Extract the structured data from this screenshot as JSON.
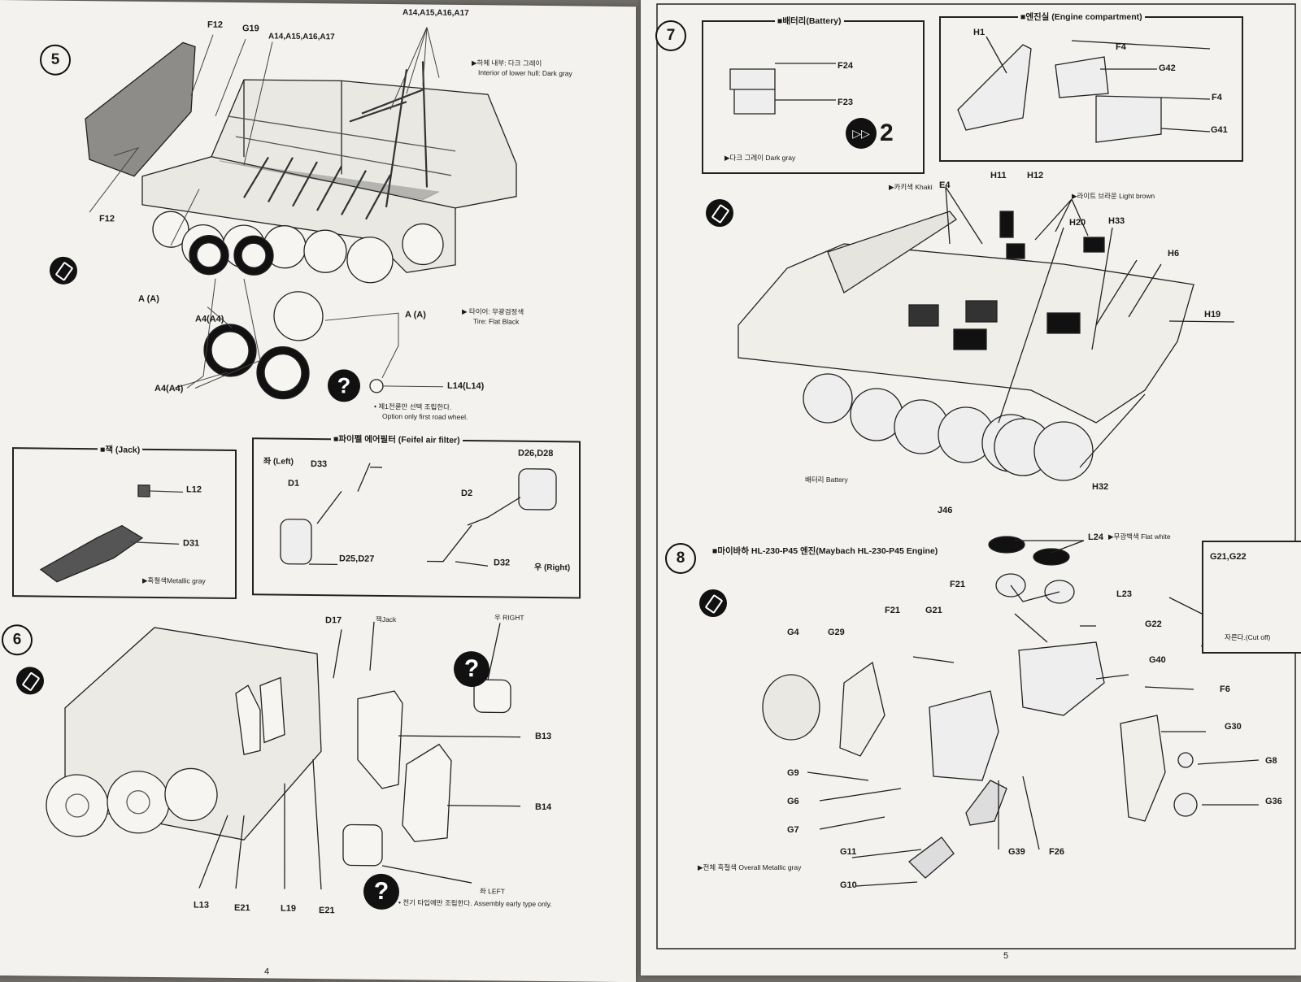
{
  "left_page": {
    "step5": {
      "number": "5",
      "labels": {
        "f12_top": "F12",
        "g19": "G19",
        "a14_mid": "A14,A15,A16,A17",
        "a14_top": "A14,A15,A16,A17",
        "f12_left": "F12",
        "a4_a4_1": "A4(A4)",
        "a4_a4_2": "A4(A4)",
        "l14": "L14(L14)",
        "a_marker_1": "A (A)",
        "a_marker_2": "A (A)"
      },
      "notes": {
        "lower_hull_ko": "▶하체 내부: 다크 그레이",
        "lower_hull_en": "Interior of lower hull: Dark gray",
        "tire_ko": "▶ 타이어: 무광검정색",
        "tire_en": "Tire: Flat Black",
        "first_wheel_ko": "• 제1전륜만 선택 조립한다.",
        "first_wheel_en": "Option only first road wheel."
      }
    },
    "jack_box": {
      "title": "■잭 (Jack)",
      "labels": {
        "l12": "L12",
        "d31": "D31"
      },
      "paint_note": "▶흑철색Metallic gray"
    },
    "feifel_box": {
      "title": "■파이펠 에어필터 (Feifel air filter)",
      "labels": {
        "left": "좌 (Left)",
        "d33": "D33",
        "d1": "D1",
        "d25": "D25,D27",
        "d26": "D26,D28",
        "d2": "D2",
        "d32": "D32",
        "right": "우 (Right)"
      }
    },
    "step6": {
      "number": "6",
      "labels": {
        "d17": "D17",
        "jack": "잭Jack",
        "right": "우 RIGHT",
        "b13": "B13",
        "b14": "B14",
        "left": "좌 LEFT",
        "l13": "L13",
        "e21a": "E21",
        "l19": "L19",
        "e21b": "E21"
      },
      "note": "• 전기 타입에만 조립한다. Assembly early type only."
    },
    "page_number": "4"
  },
  "right_page": {
    "step7": {
      "number": "7",
      "battery_box": {
        "title": "■배터리(Battery)",
        "labels": {
          "f24": "F24",
          "f23": "F23"
        },
        "paint_note": "▶다크 그레이 Dark gray",
        "quantity": "2"
      },
      "engine_box": {
        "title": "■엔진실 (Engine compartment)",
        "labels": {
          "h1": "H1",
          "f4a": "F4",
          "g42": "G42",
          "f4b": "F4",
          "g41": "G41"
        }
      },
      "labels": {
        "khaki": "▶카키색 Khaki",
        "e4": "E4",
        "h11": "H11",
        "h12": "H12",
        "light_brown": "▶라이트 브라운 Light brown",
        "h20": "H20",
        "h33": "H33",
        "h6": "H6",
        "h19": "H19",
        "battery": "배터리 Battery",
        "j46": "J46",
        "h32": "H32"
      }
    },
    "step8": {
      "number": "8",
      "title": "■마이바하 HL-230-P45 엔진(Maybach HL-230-P45 Engine)",
      "labels": {
        "l24": "L24",
        "flat_white": "▶무광백색 Flat white",
        "l23": "L23",
        "f21a": "F21",
        "f21b": "F21",
        "g21": "G21",
        "g22": "G22",
        "g40": "G40",
        "f6": "F6",
        "g4": "G4",
        "g29": "G29",
        "g30": "G30",
        "g8": "G8",
        "g36": "G36",
        "g9": "G9",
        "g6": "G6",
        "g7": "G7",
        "g11": "G11",
        "g39": "G39",
        "f26": "F26",
        "g10": "G10"
      },
      "cut_box": {
        "title": "G21,G22",
        "note": "자른다.(Cut off)"
      },
      "paint_note": "▶전체 흑철색 Overall Metallic gray"
    },
    "page_number": "5"
  }
}
